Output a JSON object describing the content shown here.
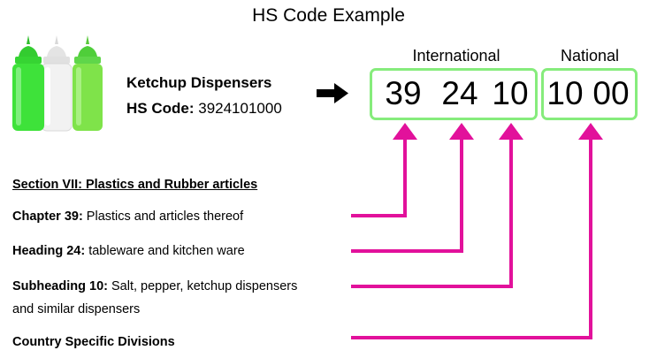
{
  "title": "HS Code Example",
  "product": {
    "name": "Ketchup Dispensers",
    "hs_label": "HS Code:",
    "hs_value": "3924101000"
  },
  "code": {
    "international_label": "International",
    "national_label": "National",
    "international_digits": [
      "39",
      "24",
      "10"
    ],
    "national_digits": [
      "10",
      "00"
    ]
  },
  "descriptions": {
    "section": "Section VII: Plastics and Rubber articles",
    "chapter_label": "Chapter 39:",
    "chapter_text": " Plastics and articles thereof",
    "heading_label": "Heading 24:",
    "heading_text": " tableware and kitchen ware",
    "subheading_label": "Subheading 10:",
    "subheading_text": " Salt, pepper, ketchup dispensers",
    "subheading_text2": "and similar dispensers",
    "country": "Country Specific Divisions"
  },
  "colors": {
    "box_border": "#86ec7c",
    "connector": "#e2119b",
    "bottle_green": "#3ee23a",
    "bottle_white": "#f2f2f2",
    "bottle_lime": "#7fe34a"
  },
  "icons": {
    "arrow": "right-arrow-icon",
    "bottles": "squeeze-bottles-image"
  }
}
